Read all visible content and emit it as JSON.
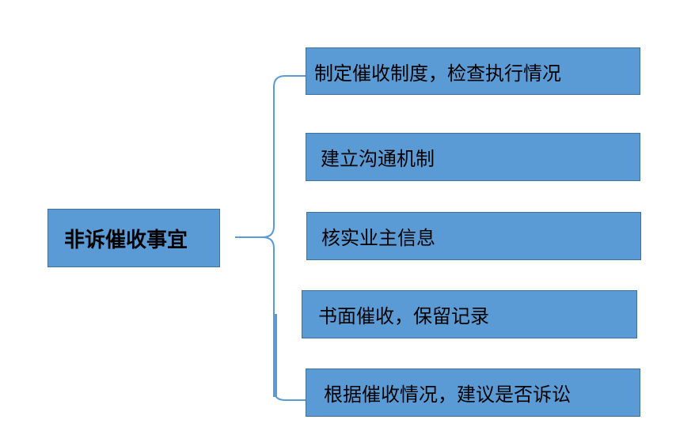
{
  "root": {
    "label": "非诉催收事宜"
  },
  "children": [
    {
      "label": "制定催收制度，检查执行情况"
    },
    {
      "label": "建立沟通机制"
    },
    {
      "label": "核实业主信息"
    },
    {
      "label": "书面催收，保留记录"
    },
    {
      "label": "根据催收情况，建议是否诉讼"
    }
  ],
  "colors": {
    "box_fill": "#5b9bd5",
    "box_border": "#41719c",
    "connector": "#5b9bd5"
  }
}
